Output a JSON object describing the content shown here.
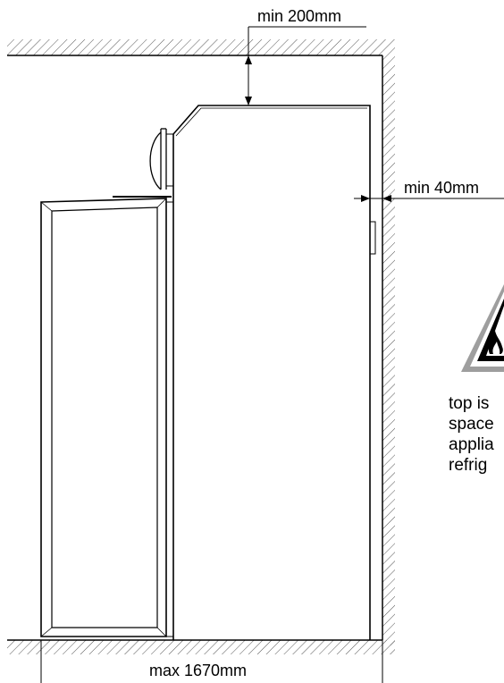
{
  "dimensions": {
    "top_clearance": "min 200mm",
    "side_clearance": "min 40mm",
    "max_depth": "max 1670mm"
  },
  "warning": {
    "icon": "flammable-warning-icon",
    "text_lines": [
      "top is",
      "space",
      "applia",
      "refrig"
    ]
  },
  "colors": {
    "line": "#000000",
    "hatch": "#555555",
    "warning_fill": "#9e9e9e"
  }
}
